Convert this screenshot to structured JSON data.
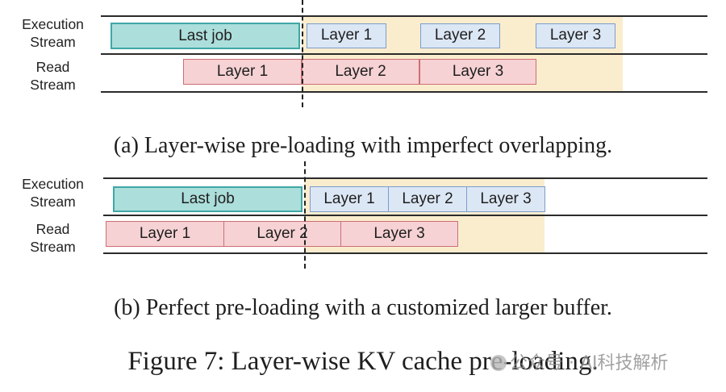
{
  "panel_a": {
    "execution_label": [
      "Execution",
      "Stream"
    ],
    "read_label": [
      "Read",
      "Stream"
    ],
    "last_job": "Last job",
    "execution_layers": [
      "Layer 1",
      "Layer 2",
      "Layer 3"
    ],
    "read_layers": [
      "Layer 1",
      "Layer 2",
      "Layer 3"
    ],
    "caption": "(a) Layer-wise pre-loading with imperfect overlapping."
  },
  "panel_b": {
    "execution_label": [
      "Execution",
      "Stream"
    ],
    "read_label": [
      "Read",
      "Stream"
    ],
    "last_job": "Last job",
    "execution_layers": [
      "Layer 1",
      "Layer 2",
      "Layer 3"
    ],
    "read_layers": [
      "Layer 1",
      "Layer 2",
      "Layer 3"
    ],
    "caption": "(b) Perfect pre-loading with a customized larger buffer."
  },
  "figure_caption": "Figure 7: Layer-wise KV cache pre-loading.",
  "watermark": "公众号 · AI科技解析",
  "colors": {
    "highlight": "#faedce",
    "last_job_fill": "#acdedb",
    "last_job_border": "#3fa7a6",
    "execution_fill": "#dce7f5",
    "execution_border": "#7c9ccd",
    "read_fill": "#f6d2d4",
    "read_border": "#cc6f75"
  }
}
